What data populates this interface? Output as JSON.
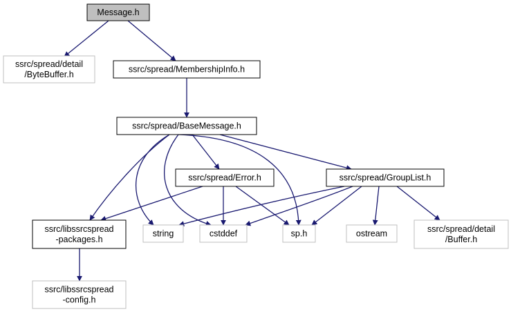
{
  "colors": {
    "edge": "#191970",
    "node_border_solid": "#000000",
    "node_border_external": "#bfbfbf",
    "node_fill": "#ffffff",
    "root_fill": "#bfbfbf",
    "text": "#000000"
  },
  "nodes": [
    {
      "id": "message-h",
      "lines": [
        "Message.h"
      ],
      "style": "root"
    },
    {
      "id": "bytebuffer-h",
      "lines": [
        "ssrc/spread/detail",
        "/ByteBuffer.h"
      ],
      "style": "external"
    },
    {
      "id": "membershipinfo-h",
      "lines": [
        "ssrc/spread/MembershipInfo.h"
      ],
      "style": "solid"
    },
    {
      "id": "basemessage-h",
      "lines": [
        "ssrc/spread/BaseMessage.h"
      ],
      "style": "solid"
    },
    {
      "id": "error-h",
      "lines": [
        "ssrc/spread/Error.h"
      ],
      "style": "solid"
    },
    {
      "id": "grouplist-h",
      "lines": [
        "ssrc/spread/GroupList.h"
      ],
      "style": "solid"
    },
    {
      "id": "libssrcspread-packages-h",
      "lines": [
        "ssrc/libssrcspread",
        "-packages.h"
      ],
      "style": "solid"
    },
    {
      "id": "string",
      "lines": [
        "string"
      ],
      "style": "external"
    },
    {
      "id": "cstddef",
      "lines": [
        "cstddef"
      ],
      "style": "external"
    },
    {
      "id": "sp-h",
      "lines": [
        "sp.h"
      ],
      "style": "external"
    },
    {
      "id": "ostream",
      "lines": [
        "ostream"
      ],
      "style": "external"
    },
    {
      "id": "buffer-h",
      "lines": [
        "ssrc/spread/detail",
        "/Buffer.h"
      ],
      "style": "external"
    },
    {
      "id": "libssrcspread-config-h",
      "lines": [
        "ssrc/libssrcspread",
        "-config.h"
      ],
      "style": "external"
    }
  ],
  "edges": [
    {
      "from": "message-h",
      "to": "bytebuffer-h"
    },
    {
      "from": "message-h",
      "to": "membershipinfo-h"
    },
    {
      "from": "membershipinfo-h",
      "to": "basemessage-h"
    },
    {
      "from": "basemessage-h",
      "to": "libssrcspread-packages-h"
    },
    {
      "from": "basemessage-h",
      "to": "string"
    },
    {
      "from": "basemessage-h",
      "to": "cstddef"
    },
    {
      "from": "basemessage-h",
      "to": "error-h"
    },
    {
      "from": "basemessage-h",
      "to": "sp-h"
    },
    {
      "from": "basemessage-h",
      "to": "grouplist-h"
    },
    {
      "from": "error-h",
      "to": "libssrcspread-packages-h"
    },
    {
      "from": "error-h",
      "to": "cstddef"
    },
    {
      "from": "error-h",
      "to": "sp-h"
    },
    {
      "from": "grouplist-h",
      "to": "string"
    },
    {
      "from": "grouplist-h",
      "to": "cstddef"
    },
    {
      "from": "grouplist-h",
      "to": "sp-h"
    },
    {
      "from": "grouplist-h",
      "to": "ostream"
    },
    {
      "from": "grouplist-h",
      "to": "buffer-h"
    },
    {
      "from": "libssrcspread-packages-h",
      "to": "libssrcspread-config-h"
    }
  ]
}
